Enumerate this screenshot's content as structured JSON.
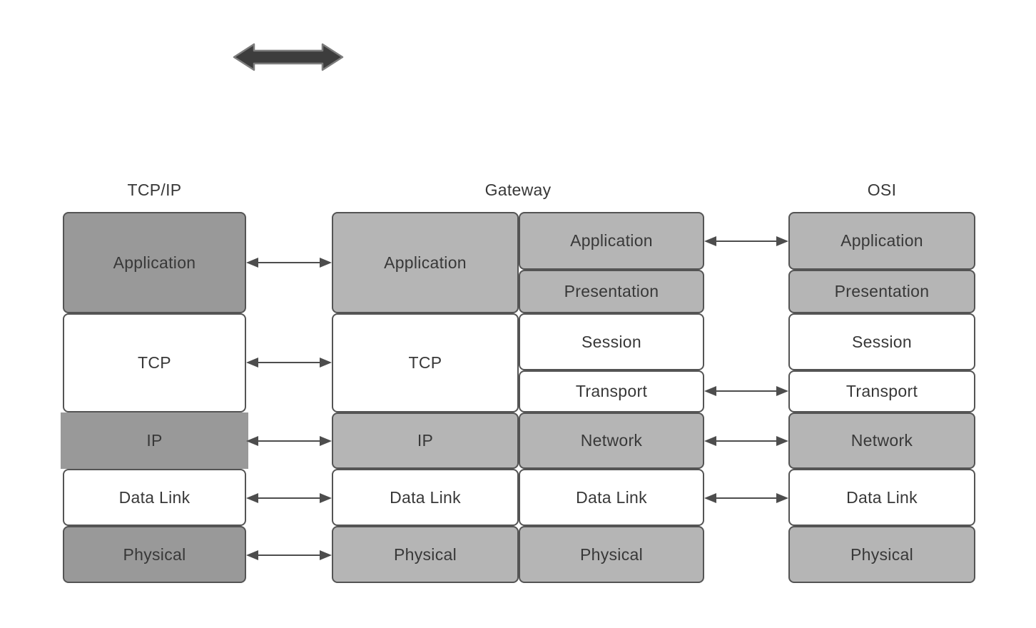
{
  "diagram": {
    "headers": {
      "tcpip": "TCP/IP",
      "gateway": "Gateway",
      "osi": "OSI"
    },
    "stacks": {
      "tcpip": {
        "boxes": [
          {
            "label": "Application",
            "tone": "dark"
          },
          {
            "label": "TCP",
            "tone": "white"
          },
          {
            "label": "IP",
            "tone": "dark"
          },
          {
            "label": "Data Link",
            "tone": "white"
          },
          {
            "label": "Physical",
            "tone": "dark"
          }
        ]
      },
      "gateway_tcpip_side": {
        "boxes": [
          {
            "label": "Application",
            "tone": "light"
          },
          {
            "label": "TCP",
            "tone": "white"
          },
          {
            "label": "IP",
            "tone": "light"
          },
          {
            "label": "Data Link",
            "tone": "white"
          },
          {
            "label": "Physical",
            "tone": "light"
          }
        ]
      },
      "gateway_osi_side": {
        "boxes": [
          {
            "label": "Application",
            "tone": "light"
          },
          {
            "label": "Presentation",
            "tone": "light"
          },
          {
            "label": "Session",
            "tone": "white"
          },
          {
            "label": "Transport",
            "tone": "white"
          },
          {
            "label": "Network",
            "tone": "light"
          },
          {
            "label": "Data Link",
            "tone": "white"
          },
          {
            "label": "Physical",
            "tone": "light"
          }
        ]
      },
      "osi": {
        "boxes": [
          {
            "label": "Application",
            "tone": "light"
          },
          {
            "label": "Presentation",
            "tone": "light"
          },
          {
            "label": "Session",
            "tone": "white"
          },
          {
            "label": "Transport",
            "tone": "white"
          },
          {
            "label": "Network",
            "tone": "light"
          },
          {
            "label": "Data Link",
            "tone": "white"
          },
          {
            "label": "Physical",
            "tone": "light"
          }
        ]
      }
    },
    "connections": [
      {
        "from": "TCP/IP",
        "to": "Gateway",
        "layer": "Application",
        "style": "double-arrow"
      },
      {
        "from": "TCP/IP",
        "to": "Gateway",
        "layer": "TCP",
        "style": "double-arrow"
      },
      {
        "from": "TCP/IP",
        "to": "Gateway",
        "layer": "IP",
        "style": "double-arrow"
      },
      {
        "from": "TCP/IP",
        "to": "Gateway",
        "layer": "Data Link",
        "style": "double-arrow"
      },
      {
        "from": "TCP/IP",
        "to": "Gateway",
        "layer": "Physical",
        "style": "double-arrow"
      },
      {
        "from": "Gateway",
        "to": "OSI",
        "layer": "Application",
        "style": "double-arrow"
      },
      {
        "from": "Gateway",
        "to": "OSI",
        "layer": "Transport",
        "style": "double-arrow"
      },
      {
        "from": "Gateway",
        "to": "OSI",
        "layer": "Network",
        "style": "double-arrow"
      },
      {
        "from": "Gateway",
        "to": "OSI",
        "layer": "Data Link",
        "style": "double-arrow"
      }
    ],
    "colors": {
      "tcpip_box_gray": "#999999",
      "gateway_osi_box_gray": "#b5b5b5",
      "box_white": "#ffffff",
      "box_border": "#545454",
      "link_arrow": "#4d4d4d",
      "thick_arrow_fill": "#3d3d3d",
      "thick_arrow_stroke": "#7d7d7d",
      "text": "#383838",
      "background": "#ffffff"
    }
  }
}
